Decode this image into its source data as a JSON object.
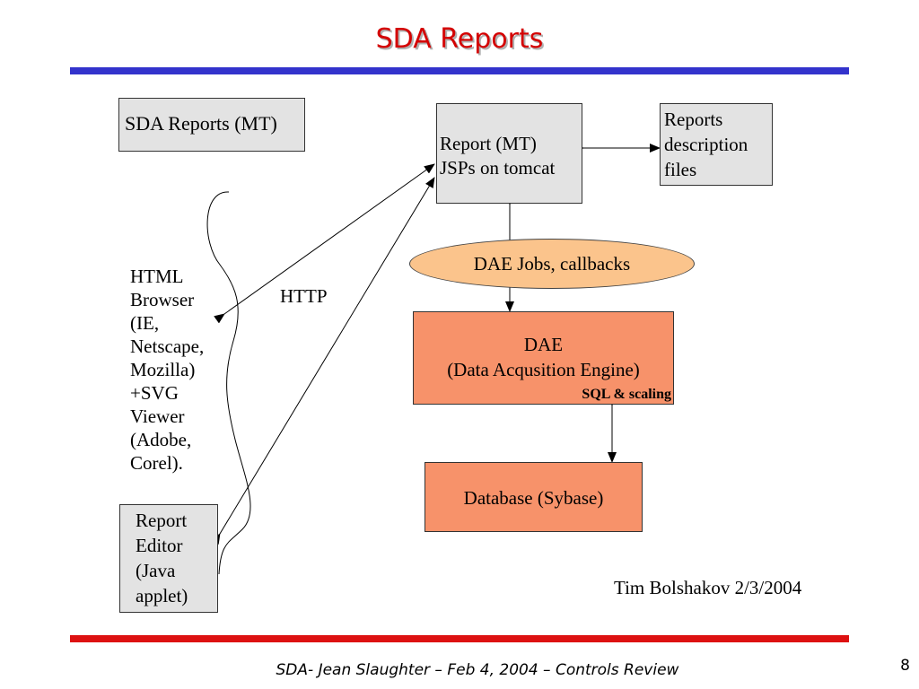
{
  "slide": {
    "title": "SDA Reports",
    "footer": "SDA- Jean Slaughter – Feb 4, 2004 – Controls Review",
    "page_number": "8",
    "author_note": "Tim Bolshakov 2/3/2004"
  },
  "diagram": {
    "sda_reports_label": "SDA Reports (MT)",
    "report_mt": [
      "Report (MT)",
      "JSPs on tomcat"
    ],
    "reports_description": [
      "Reports",
      "description",
      "files"
    ],
    "dae_jobs": "DAE Jobs, callbacks",
    "dae": [
      "DAE",
      "(Data Acqusition Engine)"
    ],
    "sql_scaling": "SQL & scaling",
    "database": "Database (Sybase)",
    "browser": [
      "HTML",
      "Browser",
      "(IE,",
      "Netscape,",
      "Mozilla)",
      "+SVG",
      "Viewer",
      "(Adobe,",
      "Corel)."
    ],
    "http_label": "HTTP",
    "report_editor": [
      "Report",
      "Editor",
      "(Java",
      "applet)"
    ]
  }
}
